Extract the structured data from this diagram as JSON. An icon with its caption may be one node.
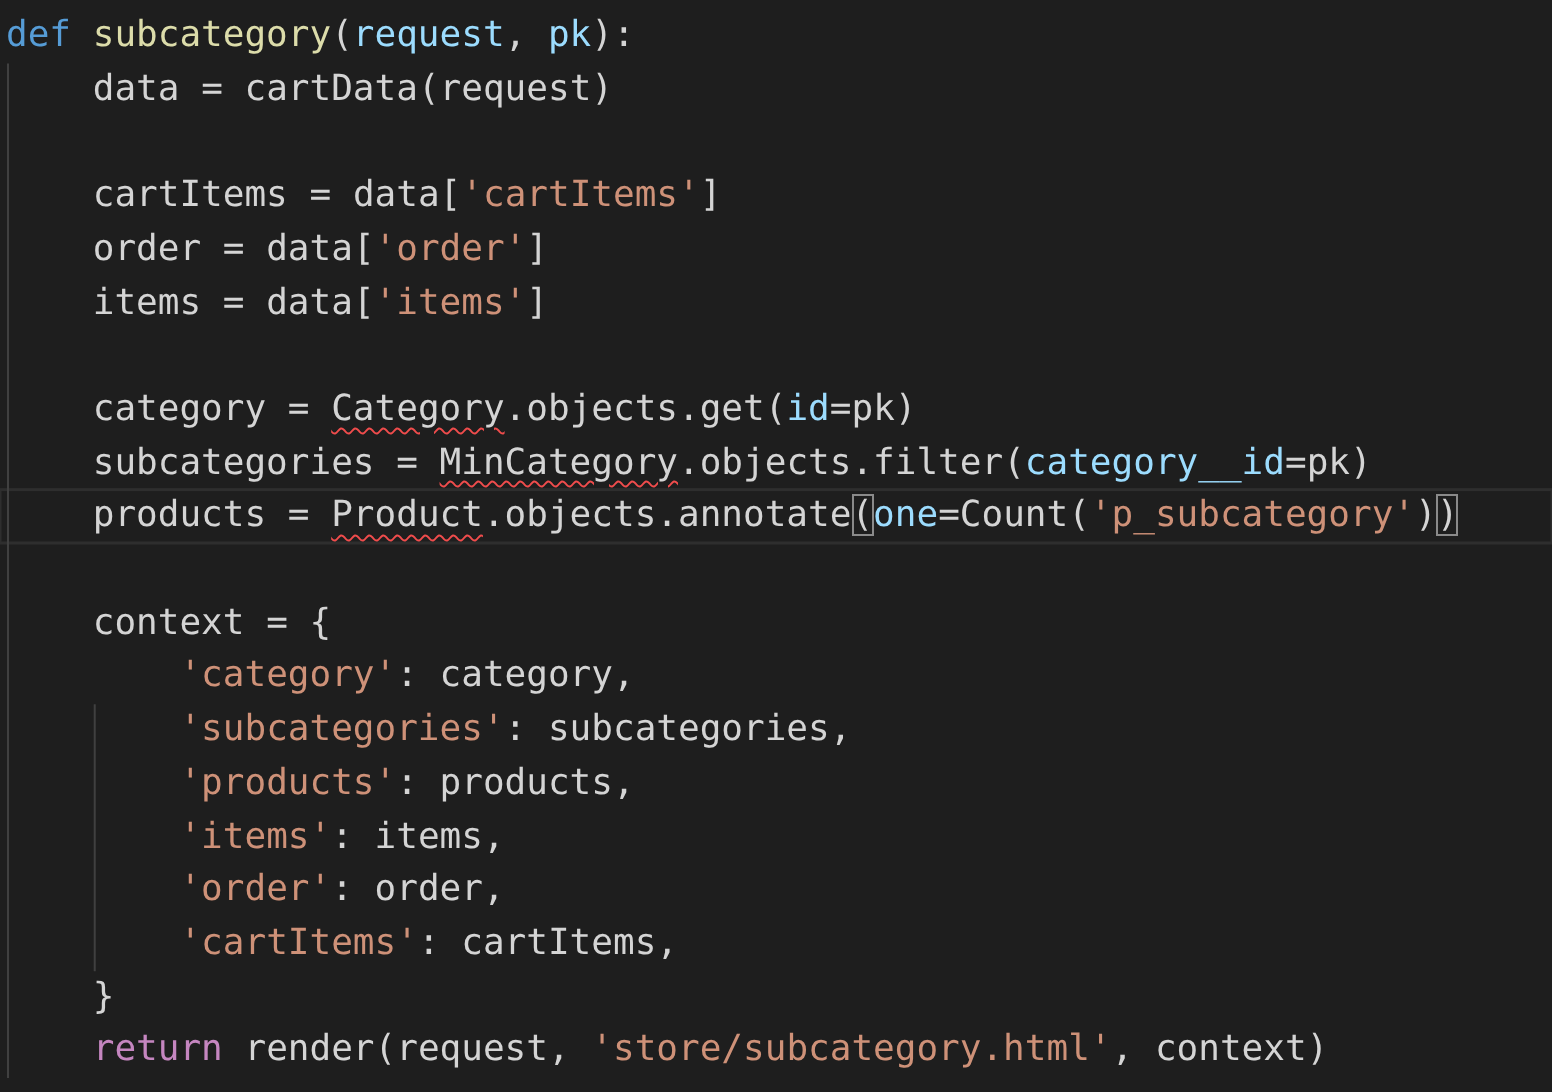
{
  "diagram": {
    "labels": [
      "def subcategory(request, pk):",
      "data = cartData(request)",
      "cartItems = data['cartItems']",
      "order = data['order']",
      "items = data['items']",
      "category = Category.objects.get(id=pk)",
      "subcategories = MinCategory.objects.filter(category__id=pk)",
      "products = Product.objects.annotate(one=Count('p_subcategory'))",
      "context = {",
      "'category': category,",
      "'subcategories': subcategories,",
      "'products': products,",
      "'items': items,",
      "'order': order,",
      "'cartItems': cartItems,",
      "}",
      "return render(request, 'store/subcategory.html', context)"
    ]
  }
}
